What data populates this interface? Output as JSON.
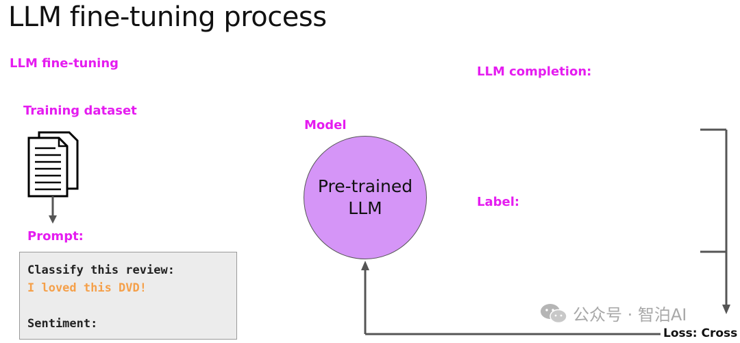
{
  "title": "LLM fine-tuning process",
  "section_label": "LLM fine-tuning",
  "training_dataset_label": "Training dataset",
  "prompt_label": "Prompt:",
  "prompt": {
    "line1": "Classify this review:",
    "line2": "I loved this DVD!",
    "line3": "",
    "line4": "Sentiment:"
  },
  "model_label": "Model",
  "model": {
    "line1": "Pre-trained",
    "line2": "LLM"
  },
  "completion_label": "LLM completion:",
  "label_label": "Label:",
  "loss_label": "Loss: Cross",
  "watermark": "公众号 · 智泊AI",
  "colors": {
    "accent": "#e51cf0",
    "model_fill": "#d595f7",
    "prompt_highlight": "#f5a04a",
    "prompt_bg": "#ececec",
    "arrow": "#555555"
  },
  "icons": [
    "document-stack-icon",
    "wechat-icon"
  ]
}
